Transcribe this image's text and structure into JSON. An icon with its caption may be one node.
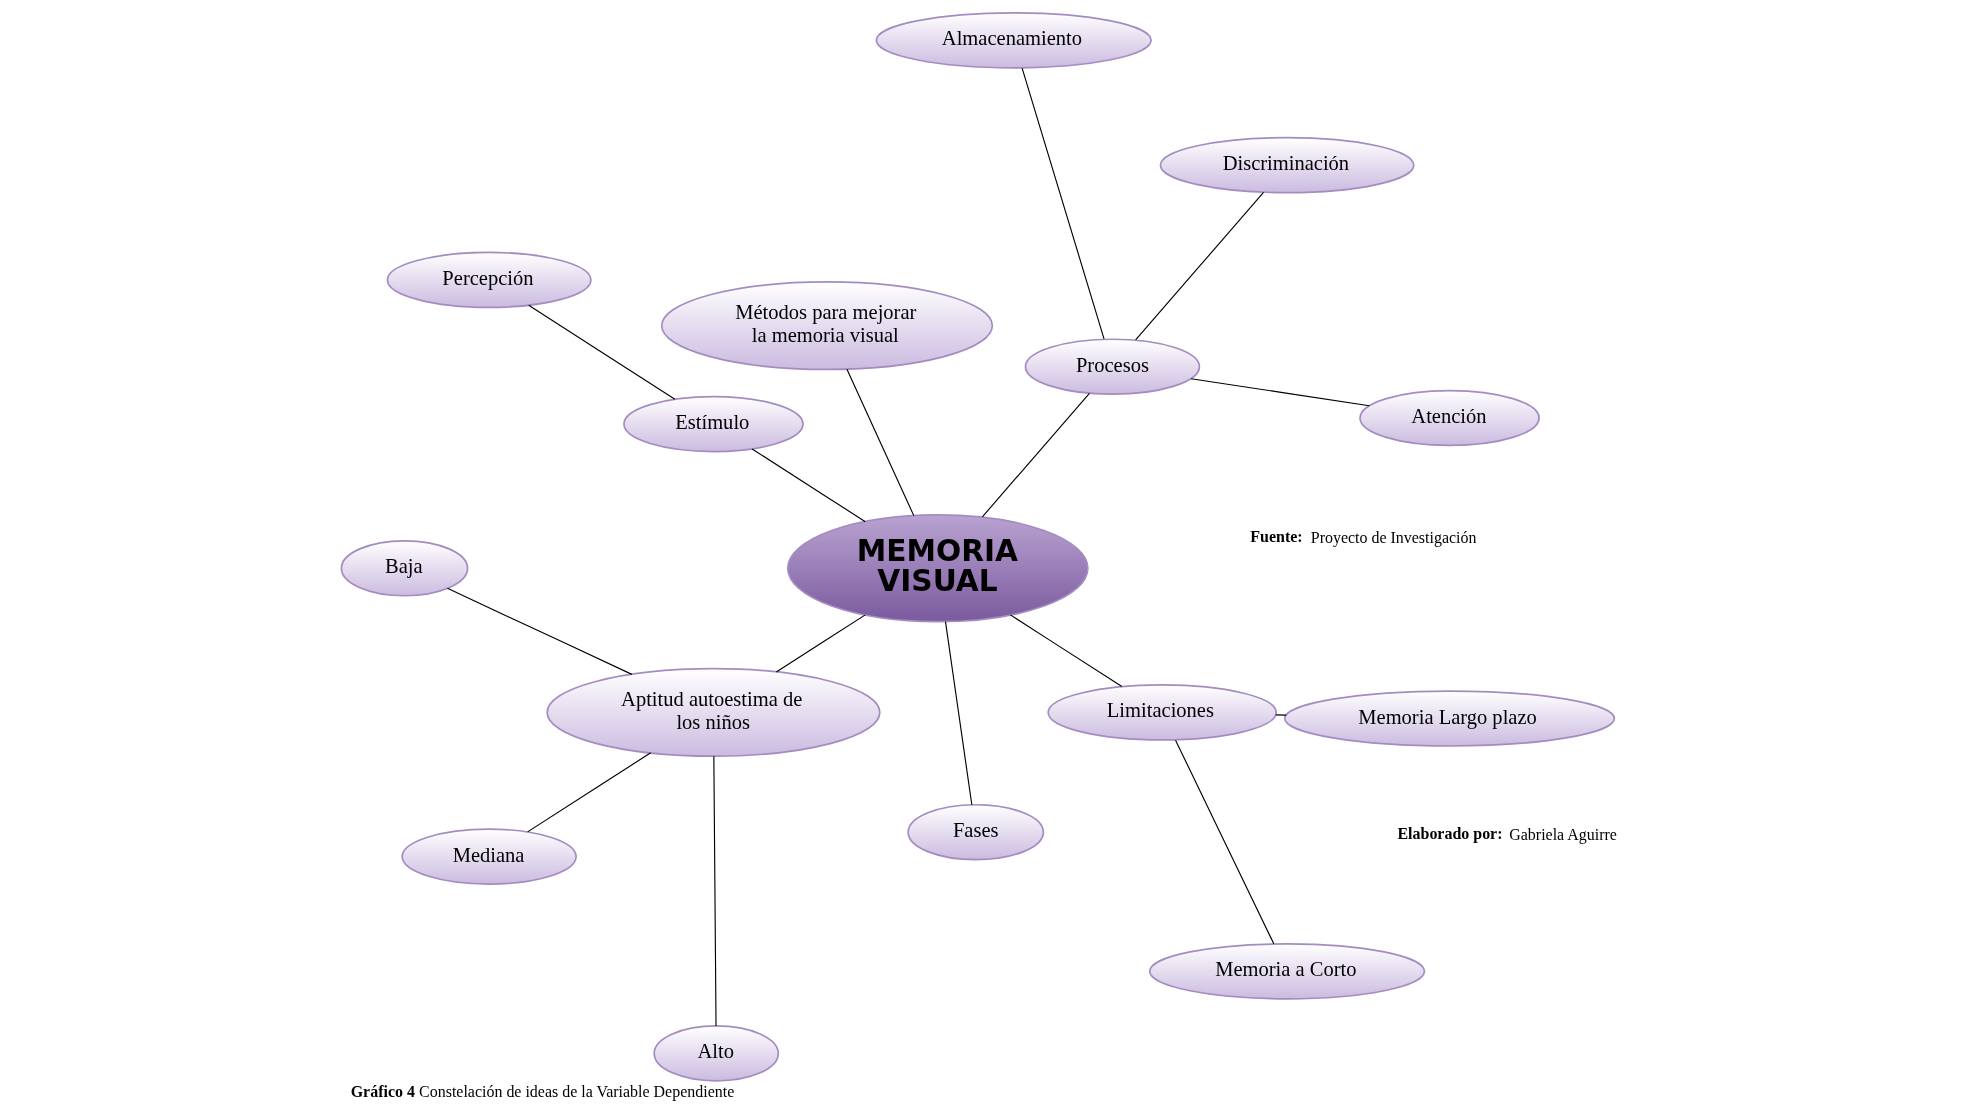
{
  "diagram": {
    "caption": "**Gráfico 4** Constelación de ideas de la Variable Dependiente",
    "nodes": [
      {
        "text": [
          "MEMORIA VISUAL"
        ]
      },
      {
        "text": [
          "Procesos"
        ]
      },
      {
        "text": [
          "Atención"
        ]
      },
      {
        "text": [
          "Discriminación"
        ]
      },
      {
        "text": [
          "Almacenamiento"
        ]
      },
      {
        "text": [
          "Métodos para mejorar la memoria visual"
        ]
      },
      {
        "text": [
          "Estímulo"
        ]
      },
      {
        "text": [
          "Percepción"
        ]
      },
      {
        "text": [
          "Aptitud autoestima de los niños"
        ]
      },
      {
        "text": [
          "Fases"
        ]
      },
      {
        "text": [
          "Limitaciones"
        ]
      },
      {
        "text": [
          "Baja"
        ]
      },
      {
        "text": [
          "Mediana"
        ]
      },
      {
        "text": [
          "Alto"
        ]
      },
      {
        "text": [
          "Memoria a Corto"
        ]
      },
      {
        "text": [
          "Memoria Largo plazo"
        ]
      }
    ],
    "edges": [
      {
        "from": 0,
        "to": 1,
        "arrow": "none"
      },
      {
        "from": 1,
        "to": 2,
        "arrow": "none"
      },
      {
        "from": 1,
        "to": 3,
        "arrow": "none"
      },
      {
        "from": 1,
        "to": 4,
        "arrow": "none"
      },
      {
        "from": 0,
        "to": 5,
        "arrow": "none"
      },
      {
        "from": 0,
        "to": 6,
        "arrow": "none"
      },
      {
        "from": 6,
        "to": 7,
        "arrow": "none"
      },
      {
        "from": 0,
        "to": 8,
        "arrow": "none"
      },
      {
        "from": 0,
        "to": 9,
        "arrow": "none"
      },
      {
        "from": 0,
        "to": 10,
        "arrow": "none"
      },
      {
        "from": 8,
        "to": 11,
        "arrow": "none"
      },
      {
        "from": 8,
        "to": 12,
        "arrow": "none"
      },
      {
        "from": 8,
        "to": 13,
        "arrow": "none"
      },
      {
        "from": 10,
        "to": 14,
        "arrow": "none"
      },
      {
        "from": 10,
        "to": 15,
        "arrow": "none"
      }
    ],
    "labels": [
      "**Fuente:** Proyecto de Investigación",
      "**Elaborado por:** Gabriela Aguirre"
    ]
  }
}
